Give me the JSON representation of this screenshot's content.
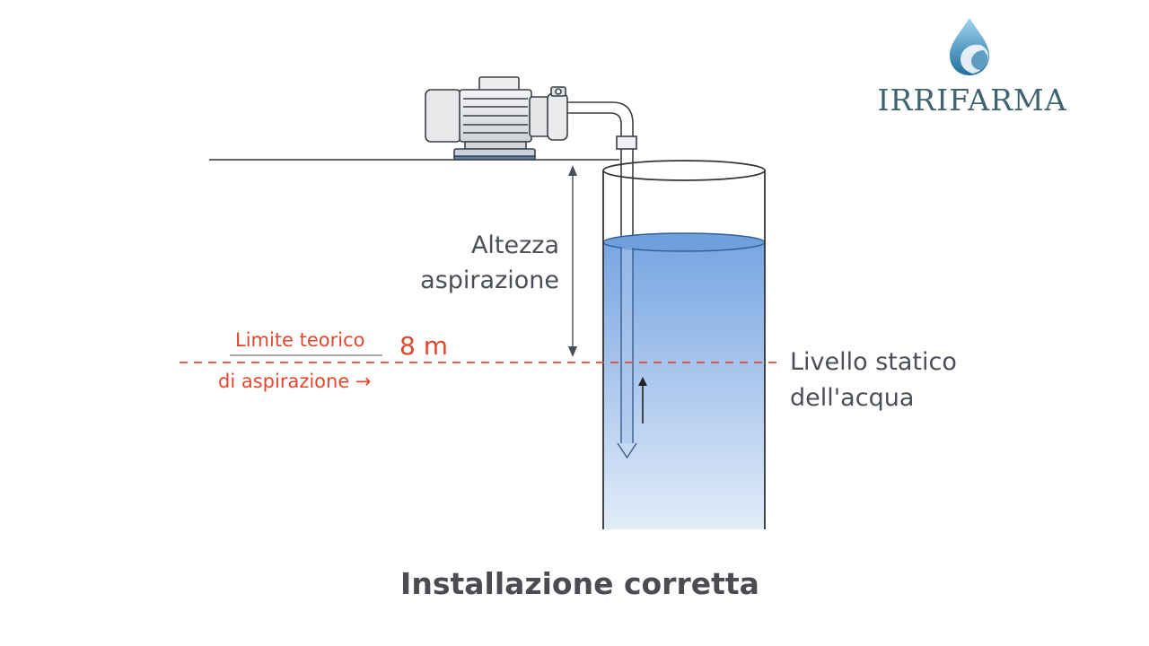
{
  "logo": {
    "brand_name": "IRRIFARMA",
    "icon": "water-drop-logo-icon",
    "color": "#3f6470"
  },
  "labels": {
    "suction_height": [
      "Altezza",
      "aspirazione"
    ],
    "limit_line1": "Limite teorico",
    "limit_line2": "di aspirazione →",
    "limit_value": "8 m",
    "static_level": [
      "Livello statico",
      "dell'acqua"
    ]
  },
  "caption": "Installazione corretta",
  "colors": {
    "limit_line": "#e0492f",
    "water_top": "#78a6e2",
    "water_bottom": "#dce9f8",
    "text": "#4a4f57"
  },
  "icons": [
    "pump-icon",
    "suction-pipe-icon",
    "well-icon",
    "flow-arrow-icon",
    "dimension-arrow-icon"
  ]
}
